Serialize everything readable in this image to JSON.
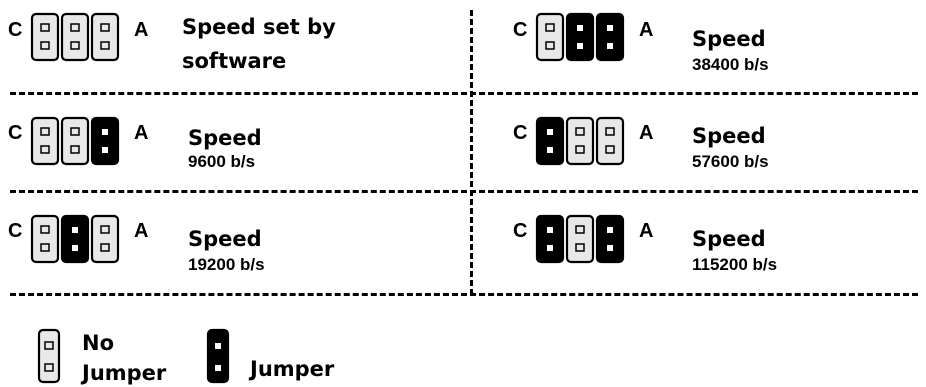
{
  "end_labels": {
    "left": "C",
    "right": "A"
  },
  "colors": {
    "jumper": "#000000",
    "no_jumper": "#e8e8e8",
    "outline": "#000000"
  },
  "configs": [
    {
      "id": "software",
      "headline": "Speed set by",
      "headline2": "software",
      "rate": "",
      "pins": [
        0,
        0,
        0
      ]
    },
    {
      "id": "9600",
      "headline": "Speed",
      "rate": "9600 b/s",
      "pins": [
        0,
        0,
        1
      ]
    },
    {
      "id": "19200",
      "headline": "Speed",
      "rate": "19200 b/s",
      "pins": [
        0,
        1,
        0
      ]
    },
    {
      "id": "38400",
      "headline": "Speed",
      "rate": "38400 b/s",
      "pins": [
        0,
        1,
        1
      ]
    },
    {
      "id": "57600",
      "headline": "Speed",
      "rate": "57600 b/s",
      "pins": [
        1,
        0,
        0
      ]
    },
    {
      "id": "115200",
      "headline": "Speed",
      "rate": "115200 b/s",
      "pins": [
        1,
        0,
        1
      ]
    }
  ],
  "legend": {
    "no_jumper_line1": "No",
    "no_jumper_line2": "Jumper",
    "jumper": "Jumper"
  }
}
